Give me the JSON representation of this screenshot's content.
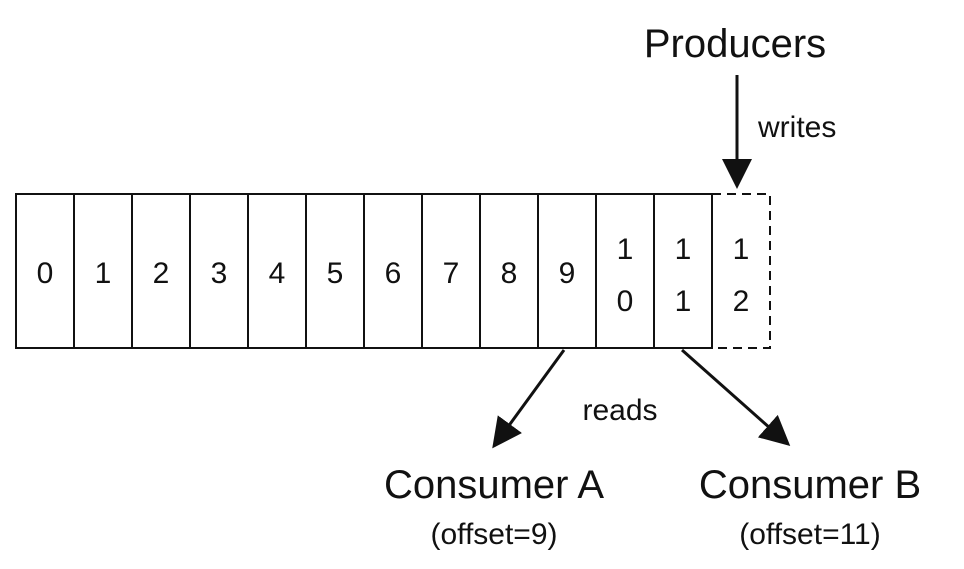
{
  "log": {
    "cells": [
      "0",
      "1",
      "2",
      "3",
      "4",
      "5",
      "6",
      "7",
      "8",
      "9",
      "10",
      "11"
    ],
    "pending_cell": "12"
  },
  "producers": {
    "label": "Producers",
    "action": "writes"
  },
  "reads_label": "reads",
  "consumers": [
    {
      "name": "Consumer A",
      "offset_text": "(offset=9)",
      "offset": 9
    },
    {
      "name": "Consumer B",
      "offset_text": "(offset=11)",
      "offset": 11
    }
  ]
}
